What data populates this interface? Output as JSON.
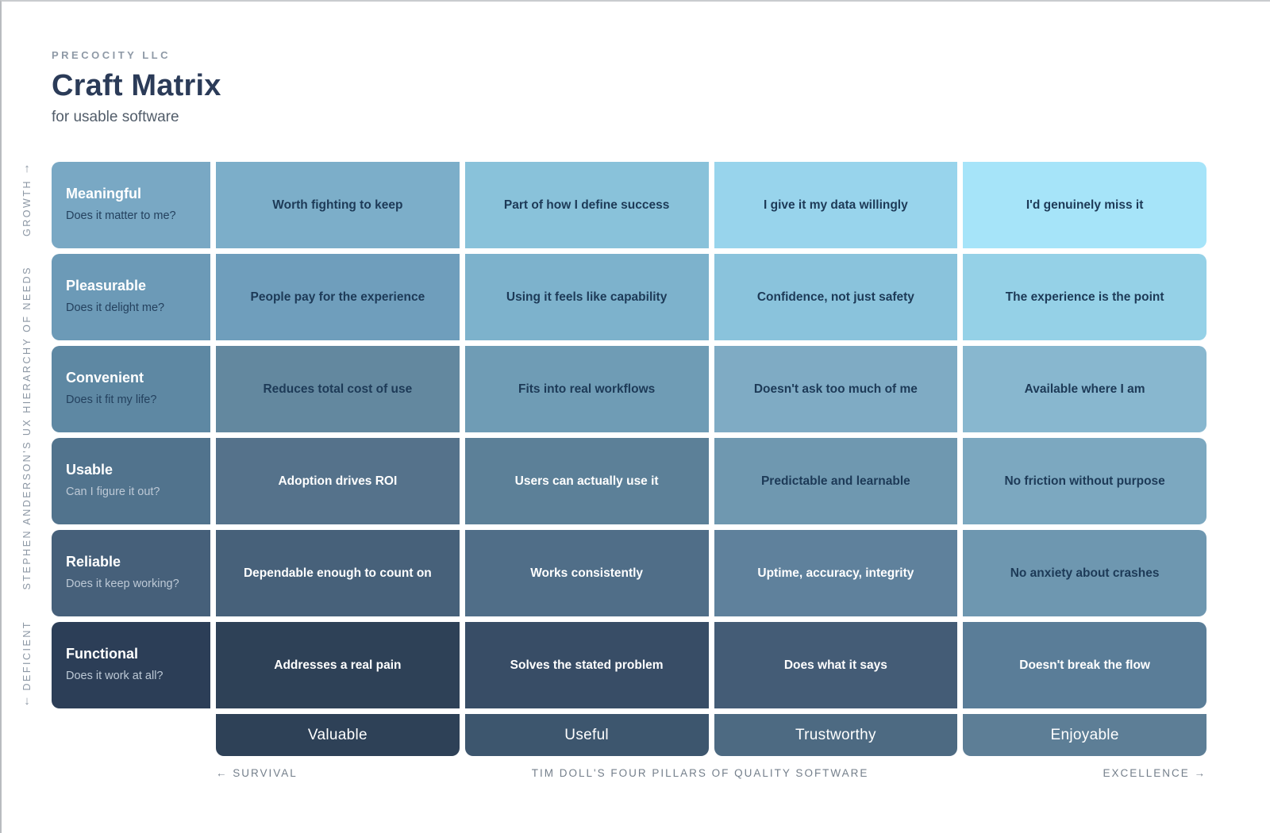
{
  "palette": {
    "cell_text_dark": "#1d3a57",
    "cell_text_light": "#ffffff",
    "question_dark": "#24415e",
    "question_light": "#bdc9d6",
    "axis_gray": "#8c97a4",
    "title_navy": "#2b3b58",
    "lightest_cell": "#a6e4f9",
    "darkest_cell": "#2c3e57"
  },
  "header": {
    "company": "PRECOCITY LLC",
    "title": "Craft Matrix",
    "subtitle": "for usable software"
  },
  "left_axis": {
    "top_arrow": "↑",
    "top_label": "GROWTH",
    "middle_label": "STEPHEN ANDERSON'S UX HIERARCHY OF NEEDS",
    "bottom_label": "DEFICIENT",
    "bottom_arrow": "↓"
  },
  "bottom_axis": {
    "left_label": "← SURVIVAL",
    "middle_label": "TIM DOLL'S FOUR PILLARS OF QUALITY SOFTWARE",
    "right_label": "EXCELLENCE →"
  },
  "matrix": {
    "rows": [
      {
        "name": "Meaningful",
        "question": "Does it matter to me?",
        "header_bg": "#79a8c4",
        "question_tone": "dark",
        "cells": [
          {
            "text": "Worth fighting to keep",
            "bg": "#7caec9",
            "tone": "dark"
          },
          {
            "text": "Part of how I define success",
            "bg": "#89c2da",
            "tone": "dark"
          },
          {
            "text": "I give it my data willingly",
            "bg": "#98d4ec",
            "tone": "dark"
          },
          {
            "text": "I'd genuinely miss it",
            "bg": "#a6e4f9",
            "tone": "dark"
          }
        ]
      },
      {
        "name": "Pleasurable",
        "question": "Does it delight me?",
        "header_bg": "#6c9ab7",
        "question_tone": "dark",
        "cells": [
          {
            "text": "People pay for the experience",
            "bg": "#6f9ebc",
            "tone": "dark"
          },
          {
            "text": "Using it feels like capability",
            "bg": "#7db2cc",
            "tone": "dark"
          },
          {
            "text": "Confidence, not just safety",
            "bg": "#8ac3dc",
            "tone": "dark"
          },
          {
            "text": "The experience is the point",
            "bg": "#95d1e7",
            "tone": "dark"
          }
        ]
      },
      {
        "name": "Convenient",
        "question": "Does it fit my life?",
        "header_bg": "#5e88a3",
        "question_tone": "dark",
        "cells": [
          {
            "text": "Reduces total cost of use",
            "bg": "#63889f",
            "tone": "dark"
          },
          {
            "text": "Fits into real workflows",
            "bg": "#6f9cb5",
            "tone": "dark"
          },
          {
            "text": "Doesn't ask too much of me",
            "bg": "#7fabc4",
            "tone": "dark"
          },
          {
            "text": "Available where I am",
            "bg": "#88b7cf",
            "tone": "dark"
          }
        ]
      },
      {
        "name": "Usable",
        "question": "Can I figure it out?",
        "header_bg": "#51738d",
        "question_tone": "light",
        "cells": [
          {
            "text": "Adoption drives ROI",
            "bg": "#55728b",
            "tone": "light"
          },
          {
            "text": "Users can actually use it",
            "bg": "#5c8098",
            "tone": "light"
          },
          {
            "text": "Predictable and learnable",
            "bg": "#6f98b0",
            "tone": "dark"
          },
          {
            "text": "No friction without purpose",
            "bg": "#7ca8c0",
            "tone": "dark"
          }
        ]
      },
      {
        "name": "Reliable",
        "question": "Does it keep working?",
        "header_bg": "#46607a",
        "question_tone": "light",
        "cells": [
          {
            "text": "Dependable enough to count on",
            "bg": "#47617a",
            "tone": "light"
          },
          {
            "text": "Works consistently",
            "bg": "#506e88",
            "tone": "light"
          },
          {
            "text": "Uptime, accuracy, integrity",
            "bg": "#5f819c",
            "tone": "light"
          },
          {
            "text": "No anxiety about crashes",
            "bg": "#6e97b0",
            "tone": "dark"
          }
        ]
      },
      {
        "name": "Functional",
        "question": "Does it work at all?",
        "header_bg": "#2c3e57",
        "question_tone": "light",
        "cells": [
          {
            "text": "Addresses a real pain",
            "bg": "#2e4157",
            "tone": "light"
          },
          {
            "text": "Solves the stated problem",
            "bg": "#384d66",
            "tone": "light"
          },
          {
            "text": "Does what it says",
            "bg": "#445c76",
            "tone": "light"
          },
          {
            "text": "Doesn't break the flow",
            "bg": "#5a7d98",
            "tone": "light"
          }
        ]
      }
    ],
    "columns": [
      {
        "label": "Valuable",
        "bg": "#2e4157"
      },
      {
        "label": "Useful",
        "bg": "#3d566e"
      },
      {
        "label": "Trustworthy",
        "bg": "#4d6a82"
      },
      {
        "label": "Enjoyable",
        "bg": "#5d7e96"
      }
    ]
  }
}
